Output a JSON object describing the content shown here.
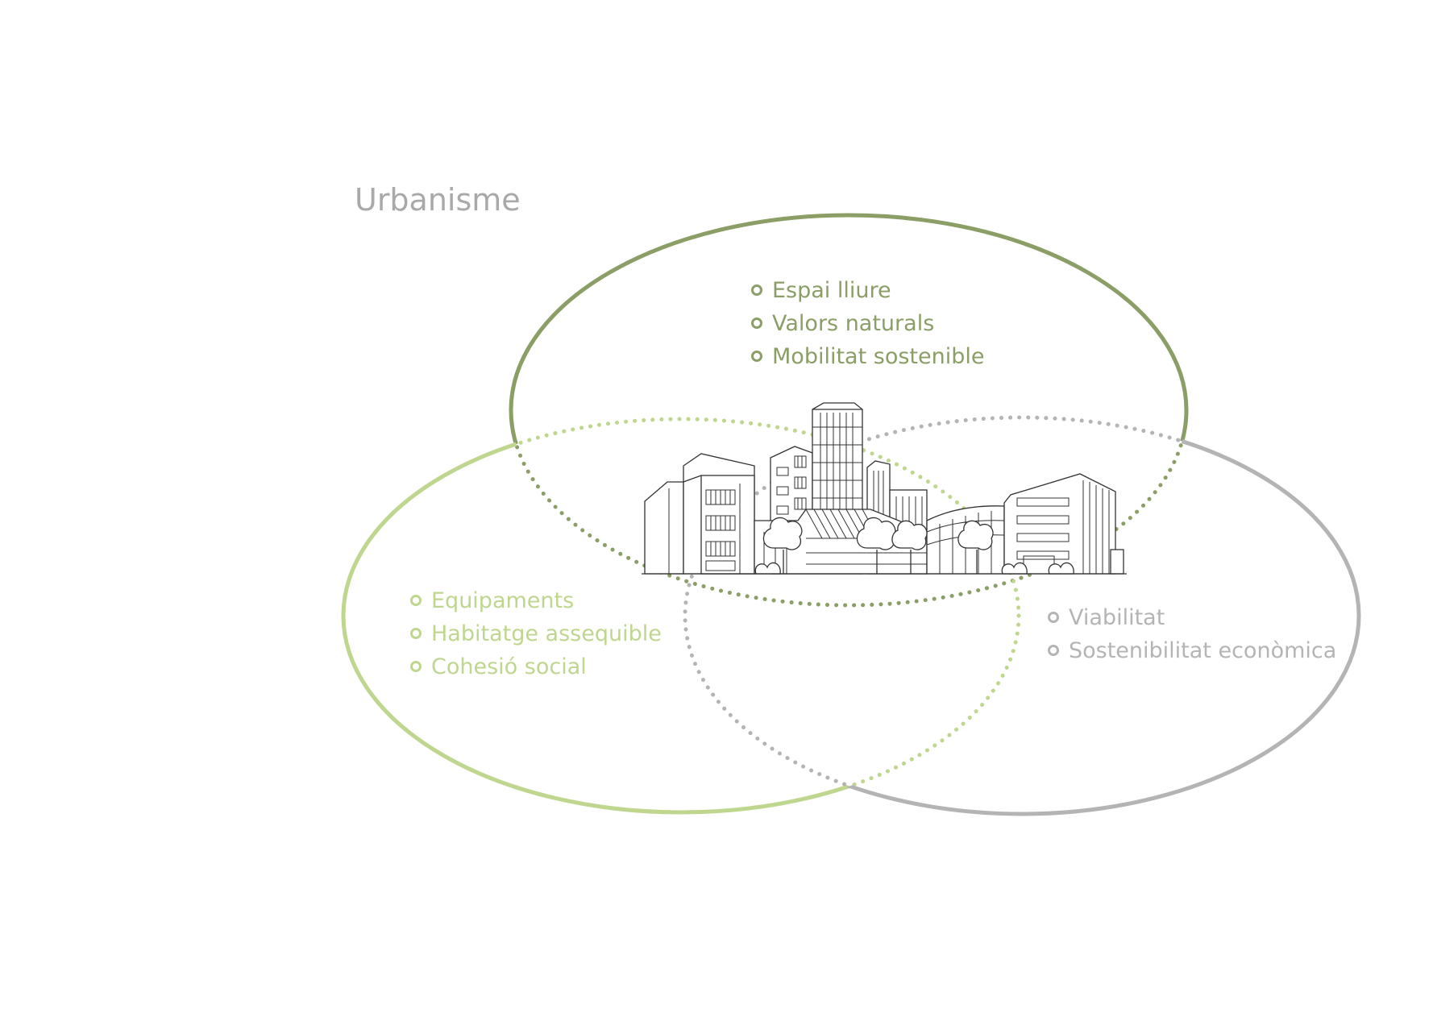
{
  "title": "Urbanisme",
  "colors": {
    "dark_green": "#8a9e66",
    "light_green": "#bfd68f",
    "gray": "#b4b4b4",
    "title_gray": "#a9a9a9",
    "illustration": "#333333"
  },
  "circles": [
    {
      "id": "environment",
      "color": "dark_green",
      "items": [
        "Espai lliure",
        "Valors naturals",
        "Mobilitat sostenible"
      ]
    },
    {
      "id": "social",
      "color": "light_green",
      "items": [
        "Equipaments",
        "Habitatge assequible",
        "Cohesió social"
      ]
    },
    {
      "id": "economic",
      "color": "gray",
      "items": [
        "Viabilitat",
        "Sostenibilitat econòmica"
      ]
    }
  ],
  "illustration": {
    "name": "city-buildings-illustration"
  }
}
